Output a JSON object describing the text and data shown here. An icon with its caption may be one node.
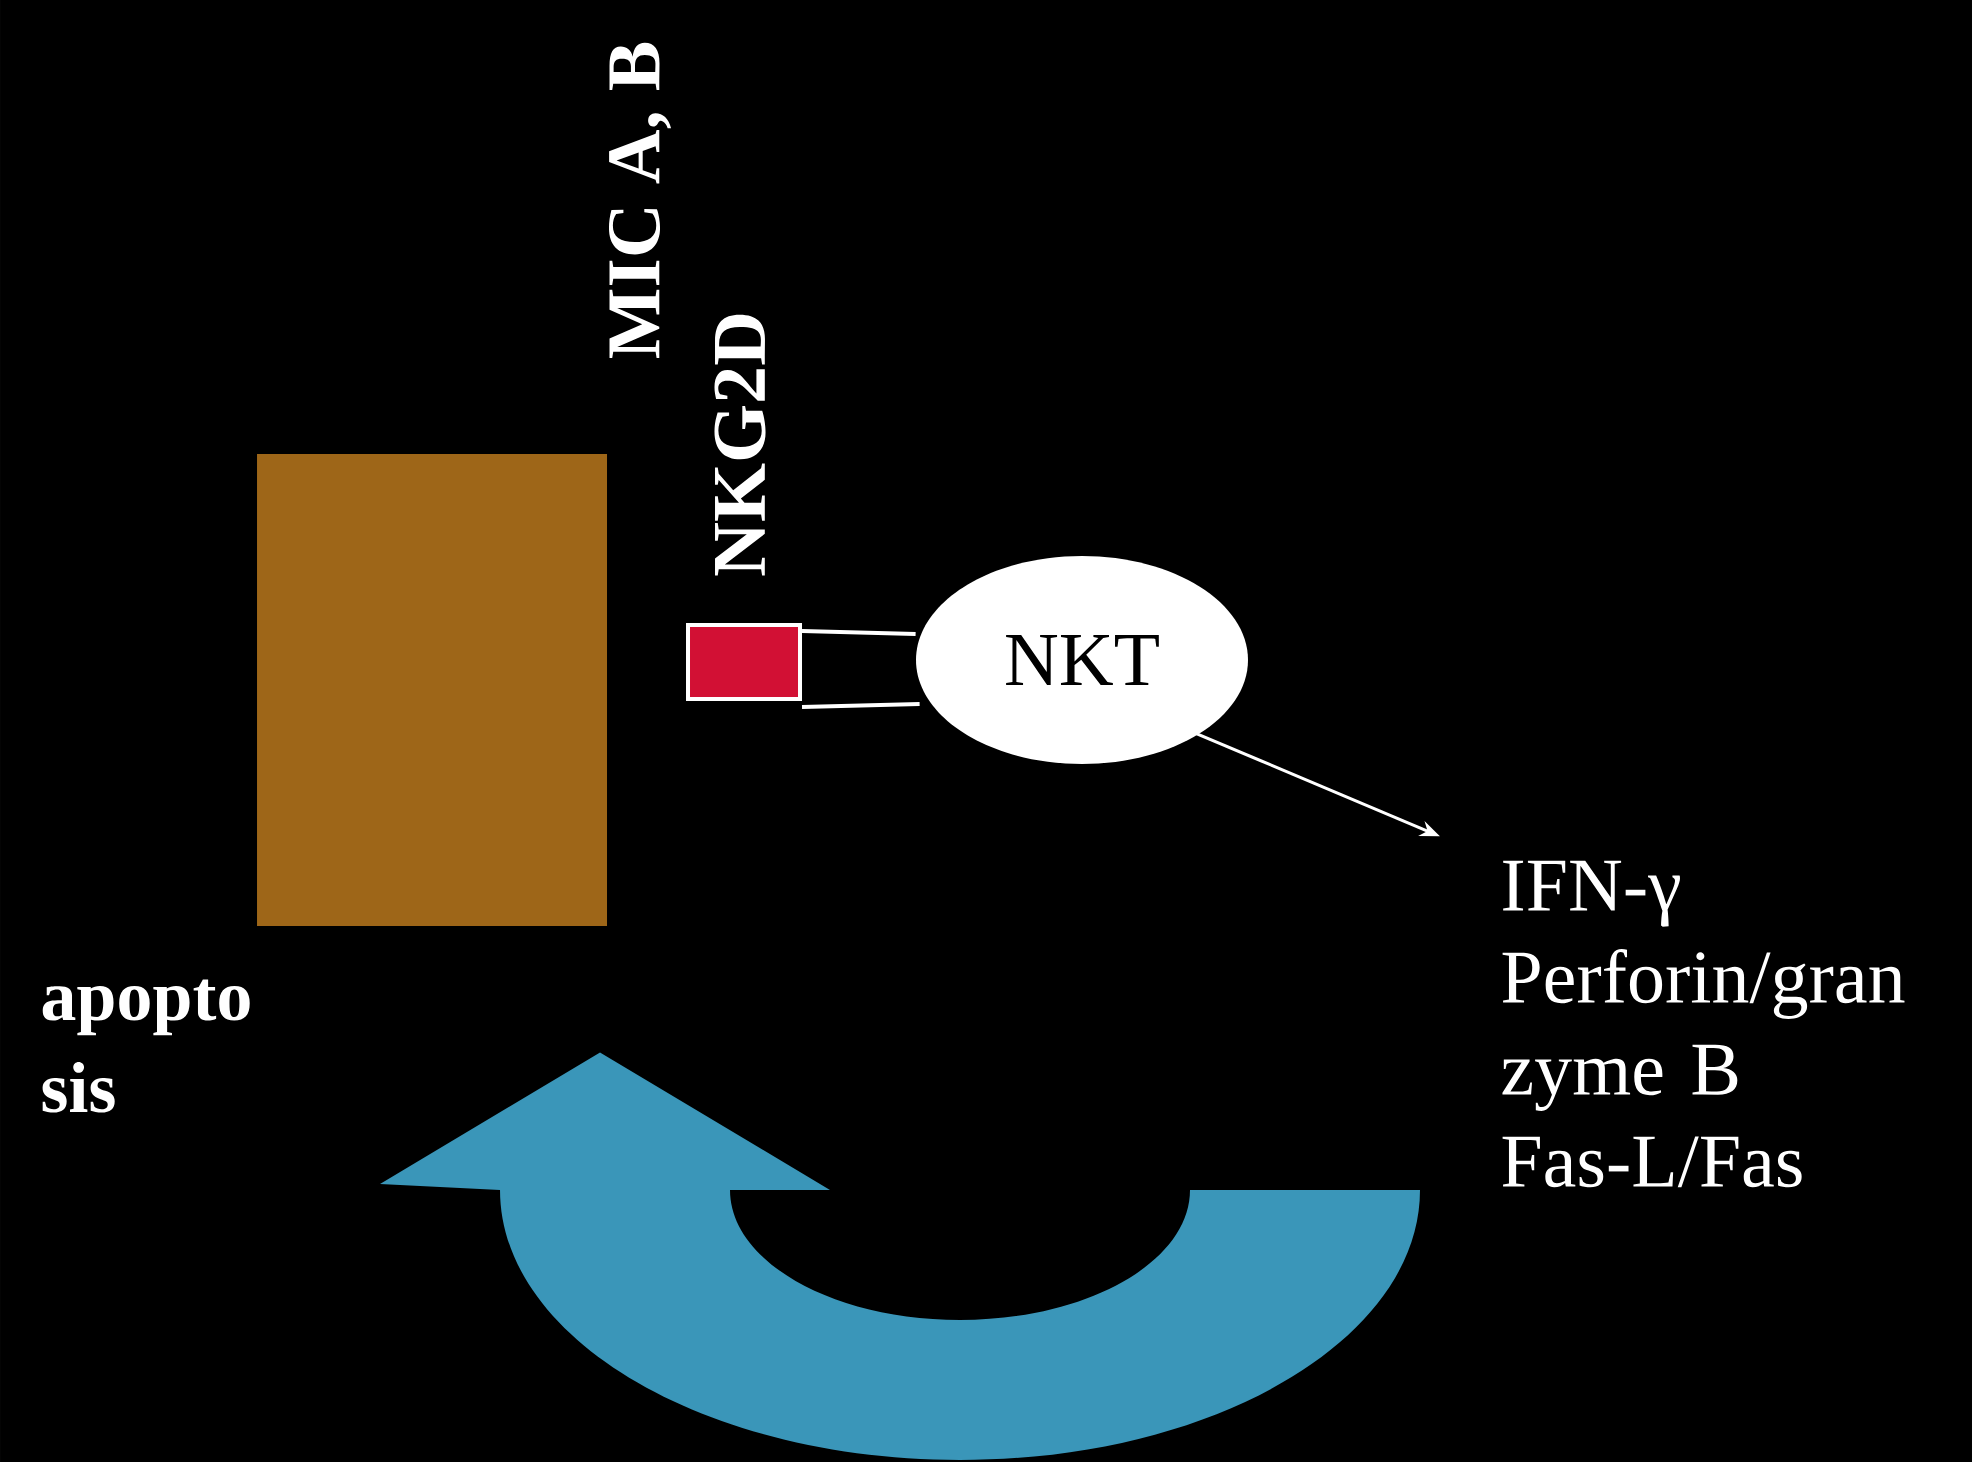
{
  "diagram": {
    "nodes": [
      {
        "text": [],
        "shape": "octagon"
      },
      {
        "text": [],
        "shape": "box"
      },
      {
        "text": [
          "NKT"
        ]
      },
      {
        "text": [
          "IFN-γ",
          "Perforin/gran zyme B",
          "Fas-L/Fas"
        ]
      }
    ],
    "edges": [
      {
        "from": 1,
        "to": 2,
        "arrow": "none"
      },
      {
        "from": 2,
        "to": 3,
        "arrow": "to"
      },
      {
        "from": 3,
        "to": 0,
        "arrow": "to",
        "style": "thick",
        "color": "#3a96b9"
      }
    ],
    "labels": [
      "MIC A, B",
      "NKG2D",
      "apopto sis"
    ]
  }
}
